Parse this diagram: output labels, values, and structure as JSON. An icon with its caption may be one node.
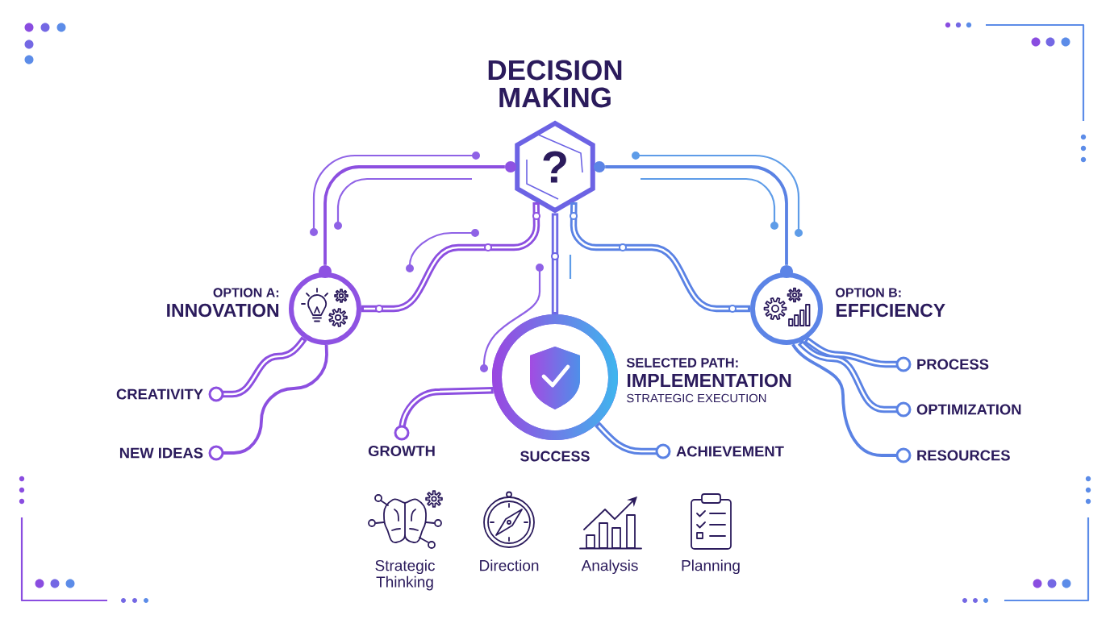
{
  "diagram": {
    "title": "DECISION MAKING",
    "nodes": [
      {
        "text": [
          "?"
        ]
      },
      {
        "text": [
          "OPTION A:",
          "INNOVATION"
        ]
      },
      {
        "text": [
          "OPTION B:",
          "EFFICIENCY"
        ]
      },
      {
        "text": [
          "SELECTED PATH:",
          "IMPLEMENTATION",
          "STRATEGIC EXECUTION"
        ],
        "beside": [
          "SUCCESS"
        ]
      },
      {
        "text": [
          "CREATIVITY"
        ]
      },
      {
        "text": [
          "NEW IDEAS"
        ]
      },
      {
        "text": [
          "GROWTH"
        ]
      },
      {
        "text": [
          "ACHIEVEMENT"
        ]
      },
      {
        "text": [
          "PROCESS"
        ]
      },
      {
        "text": [
          "OPTIMIZATION"
        ]
      },
      {
        "text": [
          "RESOURCES"
        ]
      }
    ],
    "edges": [
      {
        "from": 0,
        "to": 1,
        "arrow": "none",
        "color": "#8c4fe0"
      },
      {
        "from": 0,
        "to": 1,
        "arrow": "none",
        "color": "#8c4fe0"
      },
      {
        "from": 0,
        "to": 3,
        "arrow": "none",
        "color": "#6f6ae6"
      },
      {
        "from": 0,
        "to": 2,
        "arrow": "none"
      },
      {
        "from": 0,
        "to": 2,
        "arrow": "none"
      },
      {
        "from": 1,
        "to": 4,
        "arrow": "other",
        "color": "#8c4fe0"
      },
      {
        "from": 1,
        "to": 5,
        "arrow": "other",
        "color": "#8c4fe0"
      },
      {
        "from": 3,
        "to": 6,
        "arrow": "other",
        "color": "#8c4fe0"
      },
      {
        "from": 3,
        "to": 7,
        "arrow": "other"
      },
      {
        "from": 2,
        "to": 8,
        "arrow": "other"
      },
      {
        "from": 2,
        "to": 9,
        "arrow": "other"
      },
      {
        "from": 2,
        "to": 10,
        "arrow": "other"
      }
    ],
    "labels": [
      "Strategic Thinking",
      "Direction",
      "Analysis",
      "Planning"
    ]
  }
}
